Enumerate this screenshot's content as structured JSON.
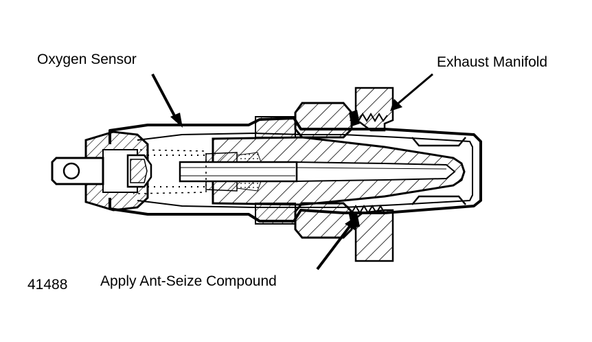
{
  "labels": {
    "oxygen_sensor": "Oxygen Sensor",
    "exhaust_manifold": "Exhaust Manifold",
    "apply_compound": "Apply Ant-Seize Compound",
    "figure_number": "41488"
  },
  "colors": {
    "ink": "#000000",
    "paper": "#ffffff"
  }
}
